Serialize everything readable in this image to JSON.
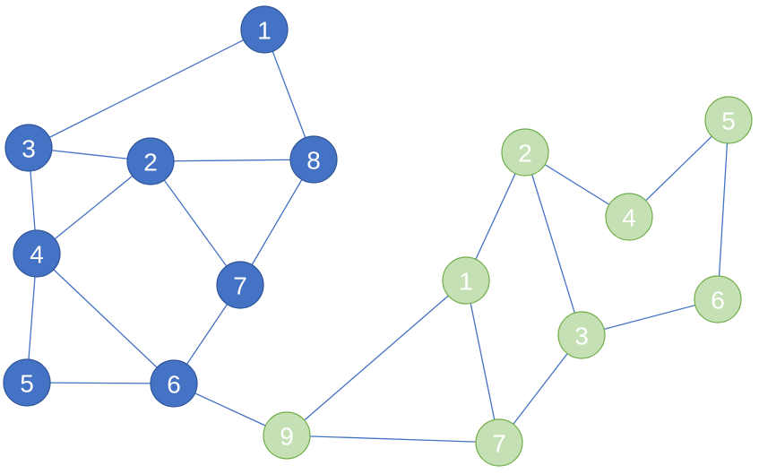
{
  "colors": {
    "edge": "#4472c4",
    "blue_fill": "#4472c4",
    "blue_stroke": "#2f5597",
    "blue_text": "#ffffff",
    "green_fill": "#c5e0b4",
    "green_stroke": "#70ad47",
    "green_text": "#ffffff"
  },
  "graphs": [
    {
      "id": "blue",
      "nodes": [
        {
          "id": "b1",
          "label": "1"
        },
        {
          "id": "b2",
          "label": "2"
        },
        {
          "id": "b3",
          "label": "3"
        },
        {
          "id": "b4",
          "label": "4"
        },
        {
          "id": "b5",
          "label": "5"
        },
        {
          "id": "b6",
          "label": "6"
        },
        {
          "id": "b7",
          "label": "7"
        },
        {
          "id": "b8",
          "label": "8"
        }
      ],
      "edges": [
        [
          "b1",
          "b3"
        ],
        [
          "b1",
          "b8"
        ],
        [
          "b3",
          "b2"
        ],
        [
          "b2",
          "b8"
        ],
        [
          "b3",
          "b4"
        ],
        [
          "b2",
          "b4"
        ],
        [
          "b2",
          "b7"
        ],
        [
          "b8",
          "b7"
        ],
        [
          "b4",
          "b5"
        ],
        [
          "b4",
          "b6"
        ],
        [
          "b5",
          "b6"
        ],
        [
          "b7",
          "b6"
        ]
      ]
    },
    {
      "id": "green",
      "nodes": [
        {
          "id": "g1",
          "label": "1"
        },
        {
          "id": "g2",
          "label": "2"
        },
        {
          "id": "g3",
          "label": "3"
        },
        {
          "id": "g4",
          "label": "4"
        },
        {
          "id": "g5",
          "label": "5"
        },
        {
          "id": "g6",
          "label": "6"
        },
        {
          "id": "g7",
          "label": "7"
        },
        {
          "id": "g9",
          "label": "9"
        }
      ],
      "edges": [
        [
          "g2",
          "g1"
        ],
        [
          "g2",
          "g4"
        ],
        [
          "g2",
          "g3"
        ],
        [
          "g4",
          "g5"
        ],
        [
          "g5",
          "g6"
        ],
        [
          "g6",
          "g3"
        ],
        [
          "g3",
          "g7"
        ],
        [
          "g1",
          "g7"
        ],
        [
          "g1",
          "g9"
        ],
        [
          "g9",
          "g7"
        ]
      ]
    }
  ],
  "bridge_edges": [
    [
      "b6",
      "g9"
    ]
  ]
}
